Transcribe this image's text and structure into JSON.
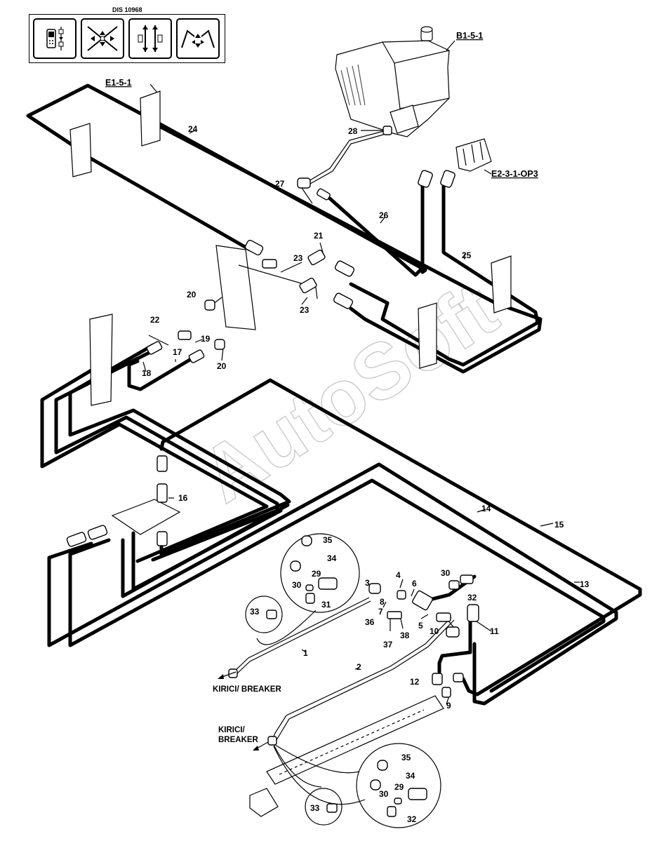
{
  "header": {
    "doc_code": "DIS 10968",
    "icons": [
      "phone-control-icon",
      "excavator-arm-icon",
      "travel-control-icon",
      "dual-arm-icon"
    ]
  },
  "references": {
    "tank": "B1-5-1",
    "connector_block": "E1-5-1",
    "control_valve": "E2-3-1-OP3"
  },
  "callouts": [
    "1",
    "2",
    "3",
    "4",
    "5",
    "6",
    "7",
    "8",
    "9",
    "10",
    "11",
    "12",
    "13",
    "14",
    "15",
    "16",
    "17",
    "18",
    "19",
    "20",
    "20",
    "21",
    "22",
    "23",
    "23",
    "24",
    "25",
    "26",
    "27",
    "28",
    "29",
    "29",
    "30",
    "30",
    "30",
    "31",
    "32",
    "32",
    "33",
    "33",
    "34",
    "34",
    "35",
    "35",
    "36",
    "37",
    "38"
  ],
  "destinations": {
    "breaker_1": "KIRICI/ BREAKER",
    "breaker_2_line1": "KIRICI/",
    "breaker_2_line2": "BREAKER"
  },
  "watermark": "AutoSoft"
}
